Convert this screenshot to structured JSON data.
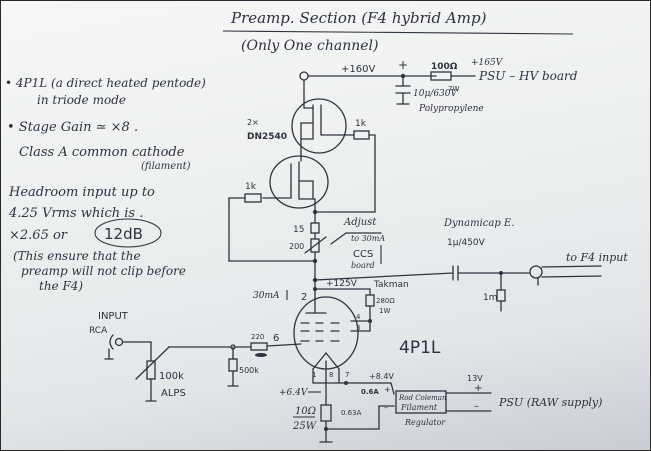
{
  "title": "Preamp. Section (F4 hybrid Amp)",
  "subtitle": "(Only One channel)",
  "notes": {
    "note1_line1": "• 4P1L (a direct heated pentode)",
    "note1_line2": "in triode mode",
    "note2_line1": "• Stage Gain ≃ ×8 .",
    "note2_line2": "Class A common cathode",
    "note2_line3": "(filament)",
    "note3_line1": "Headroom input up to",
    "note3_line2": "4.25 Vrms which is .",
    "note3_line3a": "×2.65 or",
    "note3_highlight": "12dB",
    "note3_line4": "(This ensure that the",
    "note3_line5": "preamp will not clip before",
    "note3_line6": "the F4)"
  },
  "supply": {
    "rail_voltage": "+160V",
    "plus_sign": "+",
    "resistor_value": "100Ω",
    "resistor_power": "7W",
    "psu_voltage": "+165V",
    "psu_label": "PSU – HV board",
    "cap_value": "10μ/630V",
    "cap_type": "Polypropylene"
  },
  "ccs": {
    "mosfet_count": "2×",
    "mosfet_part": "DN2540",
    "gate_resistor_top": "1k",
    "gate_resistor_bottom": "1k",
    "source_resistor": "15",
    "trim_pot": "200",
    "adjust_label": "Adjust",
    "adjust_target": "to 30mA",
    "board_label_1": "CCS",
    "board_label_2": "board"
  },
  "output": {
    "cap_brand": "Dynamicap E.",
    "cap_value": "1μ/450V",
    "load_resistor": "1m",
    "destination": "to F4 input"
  },
  "tube": {
    "part": "4P1L",
    "anode_voltage": "+125V",
    "anode_current": "30mA",
    "pin_anode": "2",
    "pin_g2": "4",
    "pin_g3": "3",
    "pin_grid": "6",
    "pin_fil_1": "1",
    "pin_fil_8": "8",
    "pin_fil_7": "7",
    "g2_resistor_brand": "Takman",
    "g2_resistor_value": "280Ω",
    "g2_resistor_power": "1W"
  },
  "input": {
    "label": "INPUT",
    "connector": "RCA",
    "pot_value": "100k",
    "pot_brand": "ALPS",
    "grid_stopper": "220",
    "grid_leak": "500k"
  },
  "filament": {
    "v_top": "+8.4V",
    "v_bottom": "+6.4V",
    "current": "0.6A",
    "resistor_current": "0.63A",
    "resistor_value": "10Ω",
    "resistor_power": "25W",
    "regulator_line1": "Rod Coleman",
    "regulator_line2": "Filament",
    "regulator_caption": "Regulator",
    "plus": "+",
    "minus": "–",
    "raw_voltage": "13V",
    "raw_plus": "+",
    "raw_minus": "–",
    "raw_label": "PSU (RAW supply)"
  }
}
